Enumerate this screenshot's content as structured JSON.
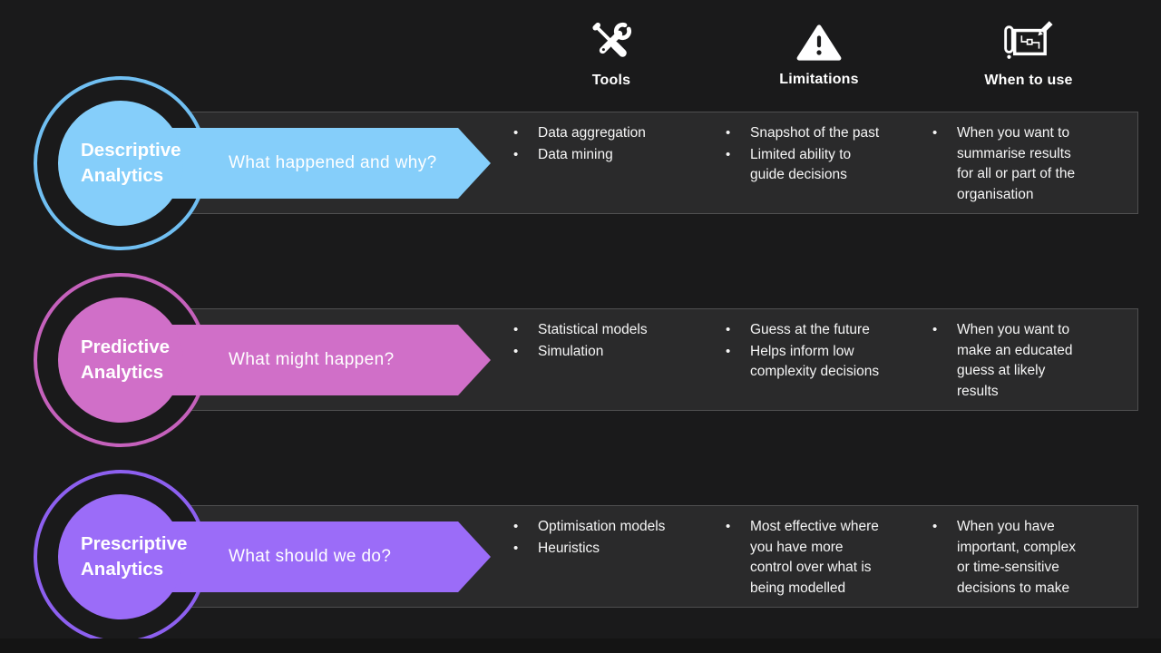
{
  "slide": {
    "background": "#1A1A1B",
    "panel_background": "#2A2A2B",
    "panel_border": "#4F4F50"
  },
  "header": {
    "columns": [
      {
        "label": "Tools",
        "icon": "tools-icon"
      },
      {
        "label": "Limitations",
        "icon": "warning-icon"
      },
      {
        "label": "When to use",
        "icon": "blueprint-icon"
      }
    ]
  },
  "rows": [
    {
      "title": "Descriptive Analytics",
      "title_lines": [
        "Descriptive",
        "Analytics"
      ],
      "question": "What happened and why?",
      "color": "#85CEFA",
      "ring_color": "#70BFF2",
      "tools": [
        {
          "lines": [
            "Data aggregation"
          ]
        },
        {
          "lines": [
            "Data mining"
          ]
        }
      ],
      "limitations": [
        {
          "lines": [
            "Snapshot of the past"
          ]
        },
        {
          "lines": [
            "Limited ability to",
            "guide decisions"
          ]
        }
      ],
      "when_to_use": [
        {
          "lines": [
            "When you want to",
            "summarise results",
            "for all or part of the",
            "organisation"
          ]
        }
      ]
    },
    {
      "title": "Predictive Analytics",
      "title_lines": [
        "Predictive",
        "Analytics"
      ],
      "question": "What might happen?",
      "color": "#D06FC8",
      "ring_color": "#C561BC",
      "tools": [
        {
          "lines": [
            "Statistical models"
          ]
        },
        {
          "lines": [
            "Simulation"
          ]
        }
      ],
      "limitations": [
        {
          "lines": [
            "Guess at the future"
          ]
        },
        {
          "lines": [
            "Helps inform low",
            "complexity decisions"
          ]
        }
      ],
      "when_to_use": [
        {
          "lines": [
            "When you want to",
            "make an educated",
            "guess at likely",
            "results"
          ]
        }
      ]
    },
    {
      "title": "Prescriptive Analytics",
      "title_lines": [
        "Prescriptive",
        "Analytics"
      ],
      "question": "What should we do?",
      "color": "#9B6CF8",
      "ring_color": "#8D60F0",
      "tools": [
        {
          "lines": [
            "Optimisation models"
          ]
        },
        {
          "lines": [
            "Heuristics"
          ]
        }
      ],
      "limitations": [
        {
          "lines": [
            "Most effective where",
            "you have more",
            "control over what is",
            "being modelled"
          ]
        }
      ],
      "when_to_use": [
        {
          "lines": [
            "When you have",
            "important, complex",
            "or time-sensitive",
            "decisions to make"
          ]
        }
      ]
    }
  ]
}
